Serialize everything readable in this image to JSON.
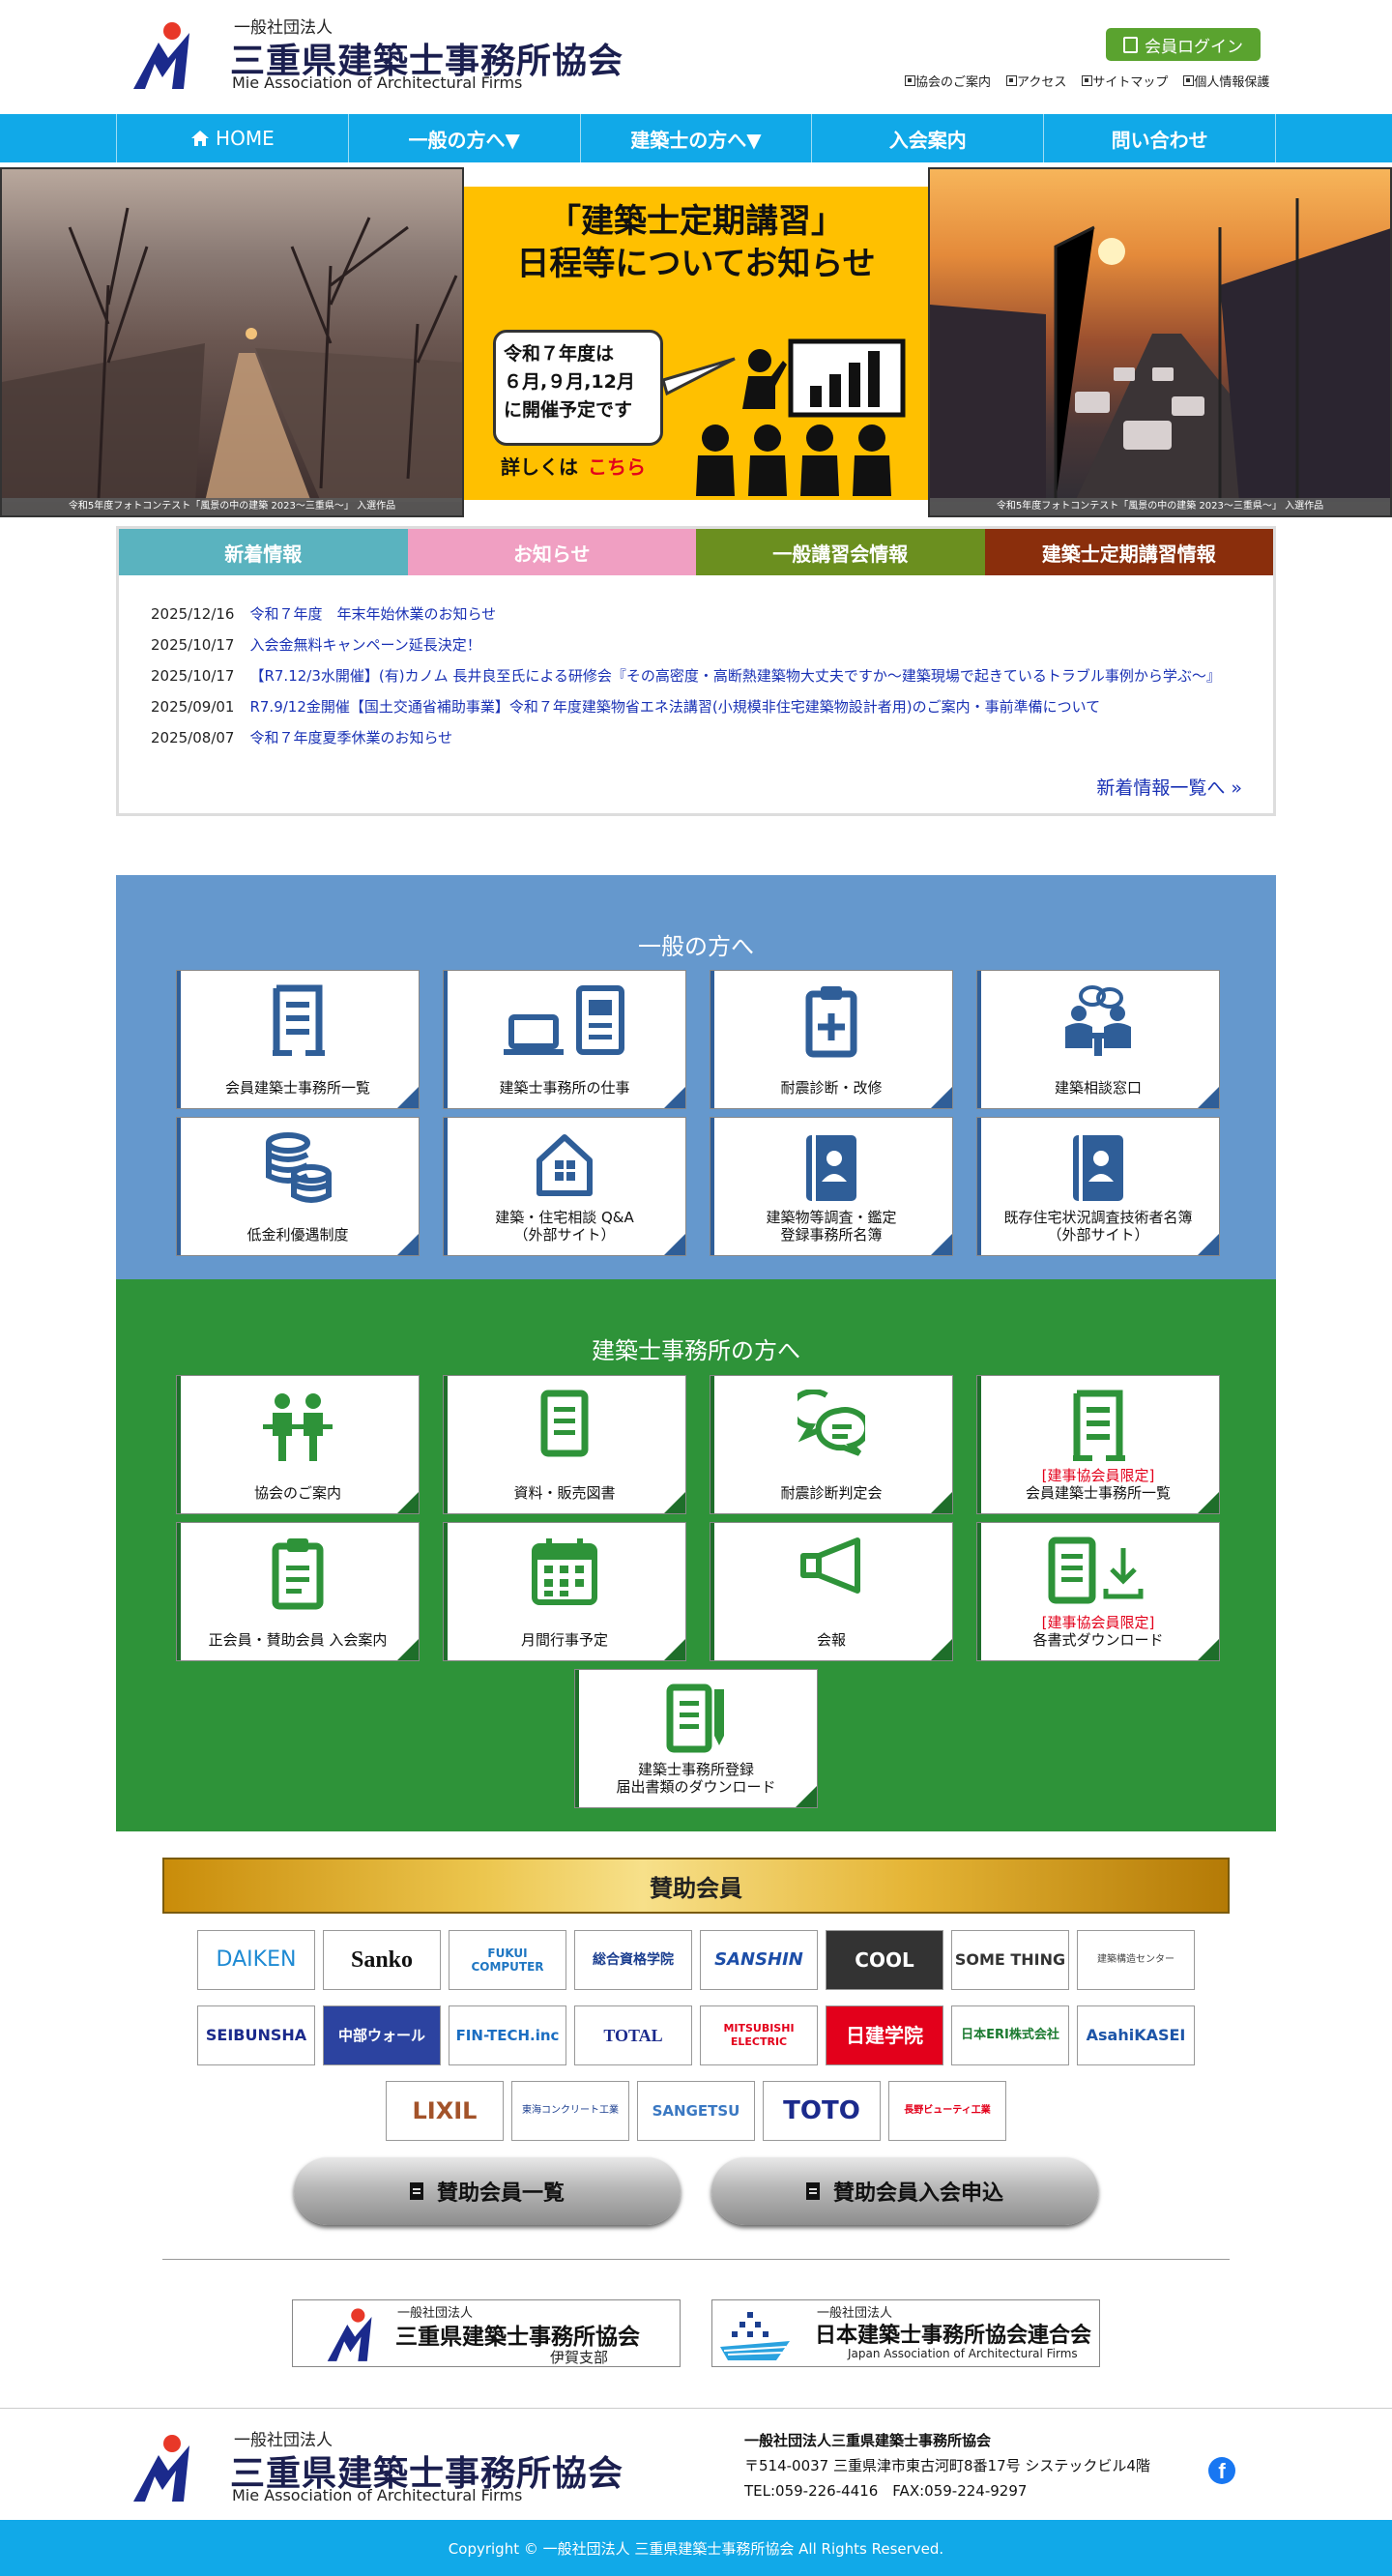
{
  "header": {
    "org_type": "一般社団法人",
    "org_name": "三重県建築士事務所協会",
    "org_name_en": "Mie Association of Architectural Firms",
    "login_label": "会員ログイン",
    "links": [
      "協会のご案内",
      "アクセス",
      "サイトマップ",
      "個人情報保護"
    ]
  },
  "nav": {
    "items": [
      "HOME",
      "一般の方へ▼",
      "建築士の方へ▼",
      "入会案内",
      "問い合わせ"
    ]
  },
  "hero": {
    "left_caption": "令和5年度フォトコンテスト「風景の中の建築 2023～三重県～」 入選作品",
    "right_caption": "令和5年度フォトコンテスト「風景の中の建築 2023～三重県～」 入選作品",
    "banner_title_1": "「建築士定期講習」",
    "banner_title_2": "日程等についてお知らせ",
    "bubble_1": "令和７年度は",
    "bubble_2": "６月,９月,12月",
    "bubble_3": "に開催予定です",
    "more_prefix": "詳しくは",
    "more_link": "こちら"
  },
  "news": {
    "tabs": [
      "新着情報",
      "お知らせ",
      "一般講習会情報",
      "建築士定期講習情報"
    ],
    "tab_colors": [
      "#5ab3bf",
      "#f09fc2",
      "#6b8f1f",
      "#8a2e0c"
    ],
    "items": [
      {
        "date": "2025/12/16",
        "title": "令和７年度　年末年始休業のお知らせ"
      },
      {
        "date": "2025/10/17",
        "title": "入会金無料キャンペーン延長決定！"
      },
      {
        "date": "2025/10/17",
        "title": "【R7.12/3水開催】(有)カノム 長井良至氏による研修会『その高密度・高断熱建築物大丈夫ですか～建築現場で起きているトラブル事例から学ぶ～』"
      },
      {
        "date": "2025/09/01",
        "title": "R7.9/12金開催【国土交通省補助事業】令和７年度建築物省エネ法講習(小規模非住宅建築物設計者用)のご案内・事前準備について"
      },
      {
        "date": "2025/08/07",
        "title": "令和７年度夏季休業のお知らせ"
      }
    ],
    "more": "新着情報一覧へ »"
  },
  "general": {
    "title": "一般の方へ",
    "cards": [
      {
        "label": "会員建築士事務所一覧",
        "icon": "building-list-icon"
      },
      {
        "label": "建築士事務所の仕事",
        "icon": "laptop-document-icon"
      },
      {
        "label": "耐震診断・改修",
        "icon": "clipboard-plus-icon"
      },
      {
        "label": "建築相談窓口",
        "icon": "consultation-icon"
      },
      {
        "label": "低金利優遇制度",
        "icon": "coins-icon"
      },
      {
        "label": "建築・住宅相談 Q&A",
        "label2": "（外部サイト）",
        "icon": "house-icon"
      },
      {
        "label": "建築物等調査・鑑定",
        "label2": "登録事務所名簿",
        "icon": "contact-book-icon"
      },
      {
        "label": "既存住宅状況調査技術者名簿",
        "label2": "（外部サイト）",
        "icon": "contact-book-icon"
      }
    ]
  },
  "architects": {
    "title": "建築士事務所の方へ",
    "cards": [
      {
        "label": "協会のご案内",
        "icon": "people-icon"
      },
      {
        "label": "資料・販売図書",
        "icon": "document-icon"
      },
      {
        "label": "耐震診断判定会",
        "icon": "chat-bubbles-icon"
      },
      {
        "red": "[建事協会員限定]",
        "label": "会員建築士事務所一覧",
        "icon": "building-list-icon"
      },
      {
        "label": "正会員・賛助会員 入会案内",
        "icon": "clipboard-icon"
      },
      {
        "label": "月間行事予定",
        "icon": "calendar-icon"
      },
      {
        "label": "会報",
        "icon": "megaphone-icon"
      },
      {
        "red": "[建事協会員限定]",
        "label": "各書式ダウンロード",
        "icon": "document-download-icon"
      },
      {
        "label": "建築士事務所登録",
        "label2": "届出書類のダウンロード",
        "icon": "document-pen-icon"
      }
    ]
  },
  "sponsors": {
    "title": "賛助会員",
    "row1": [
      "DAIKEN",
      "Sanko",
      "FUKUI COMPUTER",
      "総合資格学院",
      "SANSHIN",
      "COOL",
      "SOME THING",
      "建築構造センター"
    ],
    "row2": [
      "SEIBUNSHA",
      "中部ウォール",
      "FIN-TECH.inc",
      "TOTAL",
      "MITSUBISHI ELECTRIC",
      "日建学院",
      "日本ERI株式会社",
      "AsahiKASEI"
    ],
    "row3": [
      "LIXIL",
      "東海コンクリート工業",
      "SANGETSU",
      "TOTO",
      "長野ビューティ工業"
    ],
    "list_button": "賛助会員一覧",
    "apply_button": "賛助会員入会申込"
  },
  "branches": {
    "iga_small": "一般社団法人",
    "iga_main": "三重県建築士事務所協会",
    "iga_sub": "伊賀支部",
    "jaaf_small": "一般社団法人",
    "jaaf_main": "日本建築士事務所協会連合会",
    "jaaf_sub": "Japan Association of Architectural Firms"
  },
  "footer": {
    "org_type": "一般社団法人",
    "org_name": "三重県建築士事務所協会",
    "org_name_en": "Mie Association of Architectural Firms",
    "addr_name": "一般社団法人三重県建築士事務所協会",
    "address": "〒514-0037 三重県津市東古河町8番17号 システックビル4階",
    "tel": "TEL:059-226-4416　FAX:059-224-9297",
    "copyright": "Copyright © 一般社団法人 三重県建築士事務所協会 All Rights Reserved."
  },
  "colors": {
    "nav": "#11a9e8",
    "blue_section": "#6598cd",
    "green_section": "#2e9339",
    "accent_blue": "#1a32b5",
    "login": "#5aa32f"
  }
}
